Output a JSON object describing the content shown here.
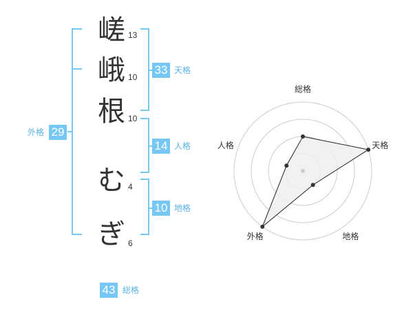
{
  "name": {
    "chars": [
      {
        "char": "嵯",
        "strokes": "13"
      },
      {
        "char": "峨",
        "strokes": "10"
      },
      {
        "char": "根",
        "strokes": "10"
      },
      {
        "char": "む",
        "strokes": "4"
      },
      {
        "char": "ぎ",
        "strokes": "6"
      }
    ]
  },
  "fortunes": {
    "tenkaku": {
      "value": "33",
      "label": "天格"
    },
    "jinkaku": {
      "value": "14",
      "label": "人格"
    },
    "chikaku": {
      "value": "10",
      "label": "地格"
    },
    "gaikaku": {
      "value": "29",
      "label": "外格"
    },
    "soukaku": {
      "value": "43",
      "label": "総格"
    }
  },
  "radar": {
    "axes": [
      "総格",
      "天格",
      "地格",
      "外格",
      "人格"
    ],
    "levels": [
      2,
      4,
      1,
      4,
      1
    ],
    "max": 4,
    "colors": {
      "grid": "#cccccc",
      "fill": "#eeeeee",
      "line": "#222222",
      "point": "#333333",
      "center": "#cccccc"
    }
  },
  "colors": {
    "bracket": "#76c7f5",
    "badge": "#76c7f5"
  }
}
